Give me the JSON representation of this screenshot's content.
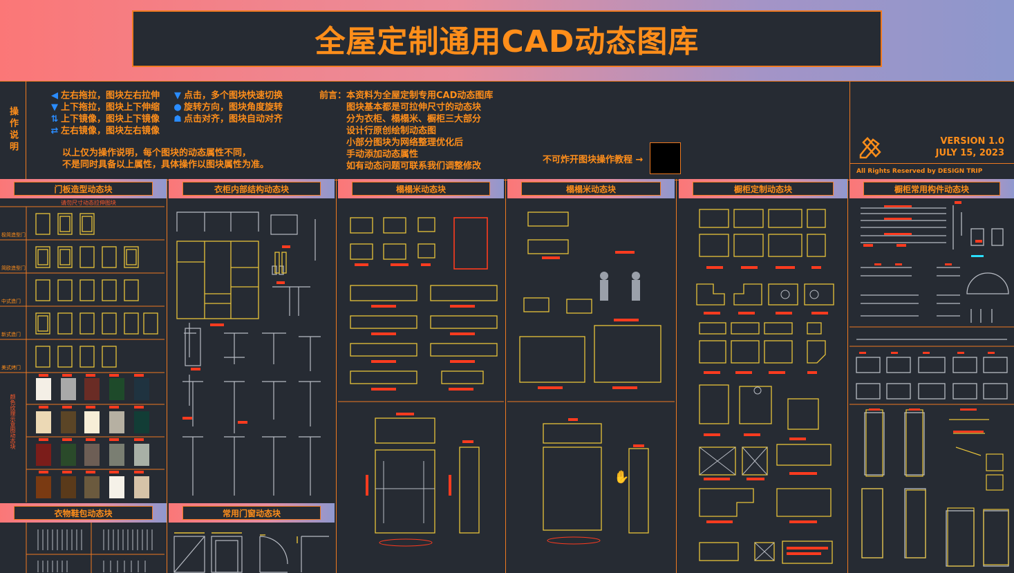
{
  "title": "全屋定制通用CAD动态图库",
  "operation_label": "操作说明",
  "instructions_col1": [
    {
      "icon": "left-arrow-icon",
      "glyph": "◀",
      "text": "左右拖拉，图块左右拉伸"
    },
    {
      "icon": "down-arrow-icon",
      "glyph": "▼",
      "text": "上下拖拉，图块上下伸缩"
    },
    {
      "icon": "flip-vertical-icon",
      "glyph": "⇅",
      "text": "上下镜像，图块上下镜像"
    },
    {
      "icon": "flip-horizontal-icon",
      "glyph": "⇄",
      "text": "左右镜像，图块左右镜像"
    }
  ],
  "instructions_col2": [
    {
      "icon": "lookup-arrow-icon",
      "glyph": "▼",
      "text": "点击，多个图块快速切换"
    },
    {
      "icon": "rotate-dot-icon",
      "glyph": "●",
      "text": "旋转方向，图块角度旋转"
    },
    {
      "icon": "align-icon",
      "glyph": "☗",
      "text": "点击对齐，图块自动对齐"
    }
  ],
  "instructions_note": [
    "以上仅为操作说明，每个图块的动态属性不同，",
    "不是同时具备以上属性，具体操作以图块属性为准。"
  ],
  "preface_label": "前言：",
  "preface_lines": [
    "本资料为全屋定制专用CAD动态图库",
    "图块基本都是可拉伸尺寸的动态块",
    "分为衣柜、榻榻米、橱柜三大部分",
    "设计行原创绘制动态图",
    "小部分图块为网络整理优化后",
    "手动添加动态属性",
    "如有动态问题可联系我们调整修改"
  ],
  "tutorial_label": "不可炸开图块操作教程 →",
  "version": "VERSION 1.0",
  "date": "JULY 15, 2023",
  "rights": "All Rights Reserved by DESIGN TRIP",
  "panels": {
    "door": "门板造型动态块",
    "wardrobe": "衣柜内部结构动态块",
    "tatami1": "榻榻米动态块",
    "tatami2": "榻榻米动态块",
    "cabinet": "橱柜定制动态块",
    "components": "橱柜常用构件动态块",
    "clothing": "衣物鞋包动态块",
    "doors_windows": "常用门窗动态块"
  },
  "door_header": "请勿尺寸动态拉伸图块",
  "door_rows": [
    "极简造型门",
    "简欧造型门",
    "中式造门",
    "新式造门",
    "美式烤门"
  ],
  "door_color_label": "颜色纹理示意图动态块",
  "colors": {
    "accent": "#f07a20",
    "text_orange": "#ff8e1a",
    "bg": "#262b33",
    "cad_yellow": "#e8c33a",
    "cad_red": "#ff3b1f",
    "cad_gray": "#b8bcc4",
    "icon_blue": "#2a8cff"
  }
}
